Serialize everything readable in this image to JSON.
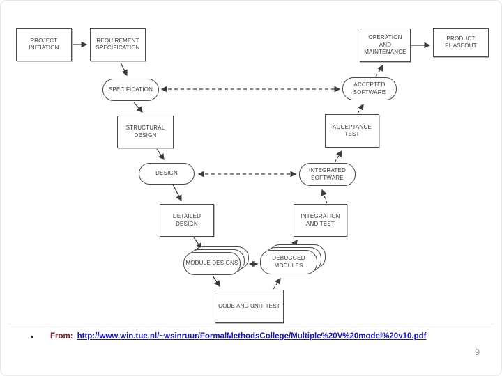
{
  "page": {
    "number": "9",
    "background": "#ffffff"
  },
  "caption": {
    "prefix": "From:",
    "link_text": "http://www.win.tue.nl/~wsinruur/FormalMethodsCollege/Multiple%20V%20model%20v10.pdf",
    "prefix_color": "#7d1f24",
    "link_color": "#1414c8"
  },
  "diagram": {
    "line_color": "#3c3c3c",
    "node_border_color": "#4a4a4a",
    "nodes": {
      "project_initiation": {
        "label": "PROJECT INITIATION",
        "shape": "rect"
      },
      "requirement_specification": {
        "label": "REQUIREMENT SPECIFICATION",
        "shape": "rect"
      },
      "specification": {
        "label": "SPECIFICATION",
        "shape": "rounded"
      },
      "structural_design": {
        "label": "STRUCTURAL DESIGN",
        "shape": "rect"
      },
      "design": {
        "label": "DESIGN",
        "shape": "rounded"
      },
      "detailed_design": {
        "label": "DETAILED DESIGN",
        "shape": "rect"
      },
      "module_designs": {
        "label": "MODULE DESIGNS",
        "shape": "rounded-stack"
      },
      "code_unit_test": {
        "label": "CODE AND UNIT TEST",
        "shape": "rect"
      },
      "debugged_modules": {
        "label": "DEBUGGED MODULES",
        "shape": "rounded-stack"
      },
      "integration_test": {
        "label": "INTEGRATION AND TEST",
        "shape": "rect"
      },
      "integrated_software": {
        "label": "INTEGRATED SOFTWARE",
        "shape": "rounded"
      },
      "acceptance_test": {
        "label": "ACCEPTANCE TEST",
        "shape": "rect"
      },
      "accepted_software": {
        "label": "ACCEPTED SOFTWARE",
        "shape": "rounded"
      },
      "operation_maintenance": {
        "label": "OPERATION AND MAINTENANCE",
        "shape": "rect"
      },
      "product_phaseout": {
        "label": "PRODUCT PHASEOUT",
        "shape": "rect"
      }
    },
    "edges": [
      {
        "from": "project_initiation",
        "to": "requirement_specification",
        "style": "solid"
      },
      {
        "from": "requirement_specification",
        "to": "specification",
        "style": "solid"
      },
      {
        "from": "specification",
        "to": "structural_design",
        "style": "solid"
      },
      {
        "from": "structural_design",
        "to": "design",
        "style": "solid"
      },
      {
        "from": "design",
        "to": "detailed_design",
        "style": "solid"
      },
      {
        "from": "detailed_design",
        "to": "module_designs",
        "style": "solid"
      },
      {
        "from": "module_designs",
        "to": "code_unit_test",
        "style": "solid"
      },
      {
        "from": "code_unit_test",
        "to": "debugged_modules",
        "style": "dashed"
      },
      {
        "from": "debugged_modules",
        "to": "integration_test",
        "style": "dashed"
      },
      {
        "from": "integration_test",
        "to": "integrated_software",
        "style": "dashed"
      },
      {
        "from": "integrated_software",
        "to": "acceptance_test",
        "style": "dashed"
      },
      {
        "from": "acceptance_test",
        "to": "accepted_software",
        "style": "dashed"
      },
      {
        "from": "accepted_software",
        "to": "operation_maintenance",
        "style": "dashed"
      },
      {
        "from": "operation_maintenance",
        "to": "product_phaseout",
        "style": "solid"
      },
      {
        "from": "specification",
        "to": "accepted_software",
        "style": "dashed-double"
      },
      {
        "from": "design",
        "to": "integrated_software",
        "style": "dashed-double"
      },
      {
        "from": "module_designs",
        "to": "debugged_modules",
        "style": "dashed-double"
      }
    ]
  }
}
